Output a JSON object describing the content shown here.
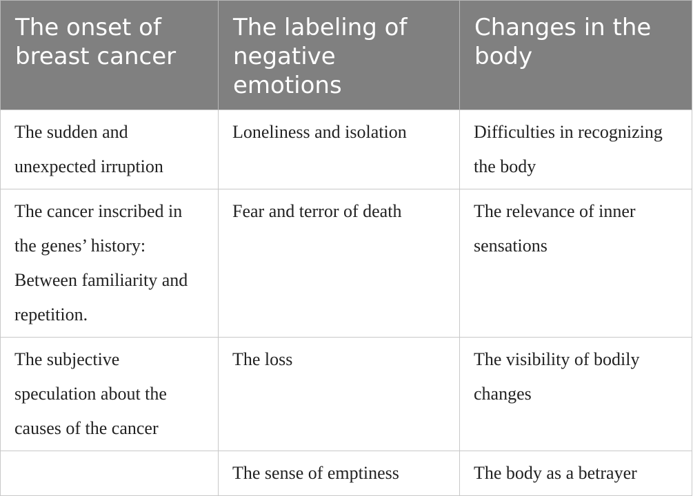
{
  "table": {
    "headers": [
      "The onset of breast cancer",
      "The labeling of negative emotions",
      "Changes in the body"
    ],
    "rows": [
      [
        "The sudden and unexpected irruption",
        "Loneliness and isolation",
        "Difficulties in recognizing the body"
      ],
      [
        "The cancer inscribed in the genes’ history: Between familiarity and repetition.",
        "Fear and terror of death",
        "The relevance of inner sensations"
      ],
      [
        "The subjective speculation about the causes of the cancer",
        "The loss",
        "The visibility of bodily changes"
      ],
      [
        "",
        "The sense of emptiness",
        "The body as a betrayer"
      ]
    ],
    "colors": {
      "header_background": "#808080",
      "header_text": "#ffffff",
      "border": "#c8c8c8"
    }
  }
}
